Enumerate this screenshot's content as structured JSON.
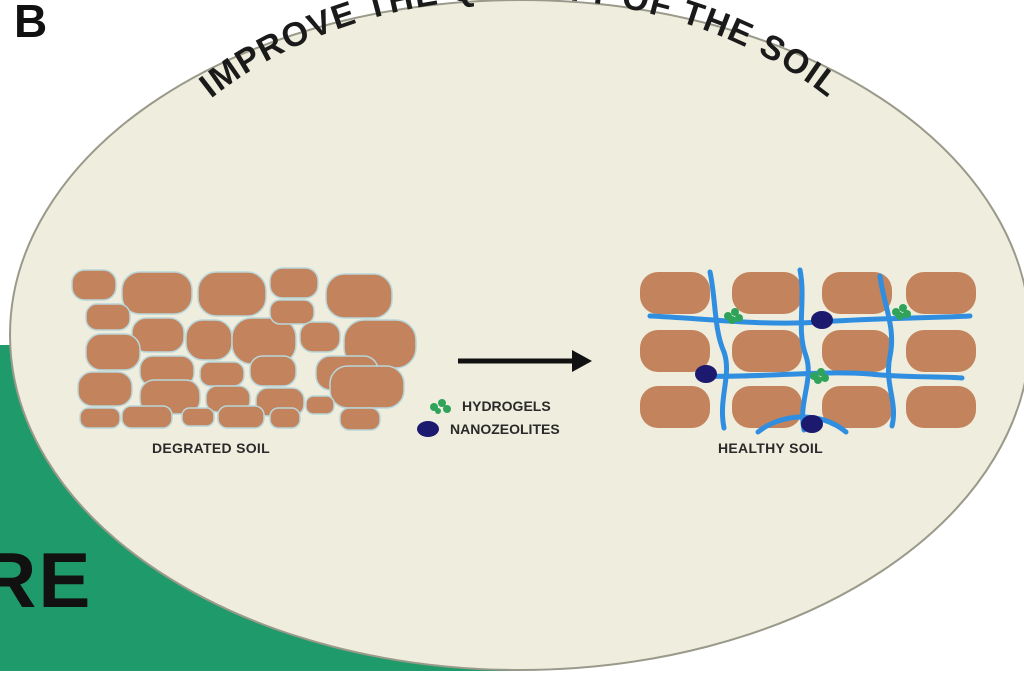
{
  "panel_letter": "B",
  "title": "IMPROVE THE QUALITY OF THE SOIL",
  "left_label": "DEGRATED SOIL",
  "right_label": "HEALTHY SOIL",
  "legend": {
    "hydrogels": "HYDROGELS",
    "nanozeolites": "NANOZEOLITES"
  },
  "side_text": "RE",
  "colors": {
    "background": "#ffffff",
    "circle_fill": "#efeddd",
    "circle_stroke": "#9a9a8a",
    "green_band": "#1f9a6a",
    "soil": "#c3835c",
    "water_channel": "#2f8ee0",
    "hydrogel": "#2fa35a",
    "nanozeolite": "#1c1a6e",
    "arrow": "#111111"
  }
}
